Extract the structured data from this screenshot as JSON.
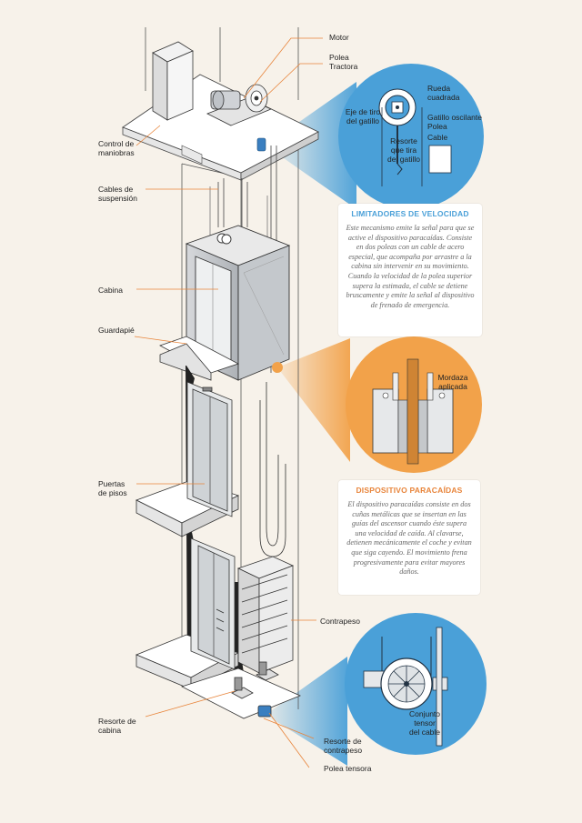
{
  "labels": {
    "motor": "Motor",
    "polea_tractora": "Polea\nTractora",
    "control": "Control de\nmaniobras",
    "cables": "Cables de\nsuspensión",
    "cabina": "Cabina",
    "guardapie": "Guardapié",
    "puertas": "Puertas\nde pisos",
    "contrapeso": "Contrapeso",
    "resorte_cabina": "Resorte de\ncabina",
    "resorte_contrapeso": "Resorte de\ncontrapeso",
    "polea_tensora": "Polea tensora"
  },
  "callout_speed": {
    "rueda": "Rueda\ncuadrada",
    "eje": "Eje de tiro\ndel gatillo",
    "gatillo": "Gatillo oscilante",
    "polea": "Polea",
    "cable": "Cable",
    "resorte": "Resorte\nque tira\ndel gatillo"
  },
  "callout_brake": {
    "mordaza": "Mordaza\naplicada"
  },
  "callout_tension": {
    "conjunto": "Conjunto\ntensor\ndel cable"
  },
  "box_speed": {
    "title": "LIMITADORES DE VELOCIDAD",
    "text": "Este mecanismo emite la señal para que se active el dispositivo paracaídas. Consiste en dos poleas con un cable de acero especial, que acompaña por arrastre a la cabina sin intervenir en su movimiento. Cuando la velocidad de la polea superior supera la estimada, el cable se detiene bruscamente y emite la señal al dispositivo de frenado de emergencia."
  },
  "box_brake": {
    "title": "DISPOSITIVO PARACAÍDAS",
    "text": "El dispositivo paracaídas consiste en dos cuñas metálicas que se insertan en las guías del ascensor cuando éste supera una velocidad de caída. Al clavarse, detienen mecánicamente el coche y evitan que siga cayendo. El movimiento frena progresivamente para evitar mayores daños."
  },
  "colors": {
    "background": "#f7f2ea",
    "blue_accent": "#4aa0d8",
    "orange_accent": "#e8843a",
    "leader_line": "#e8843a"
  }
}
